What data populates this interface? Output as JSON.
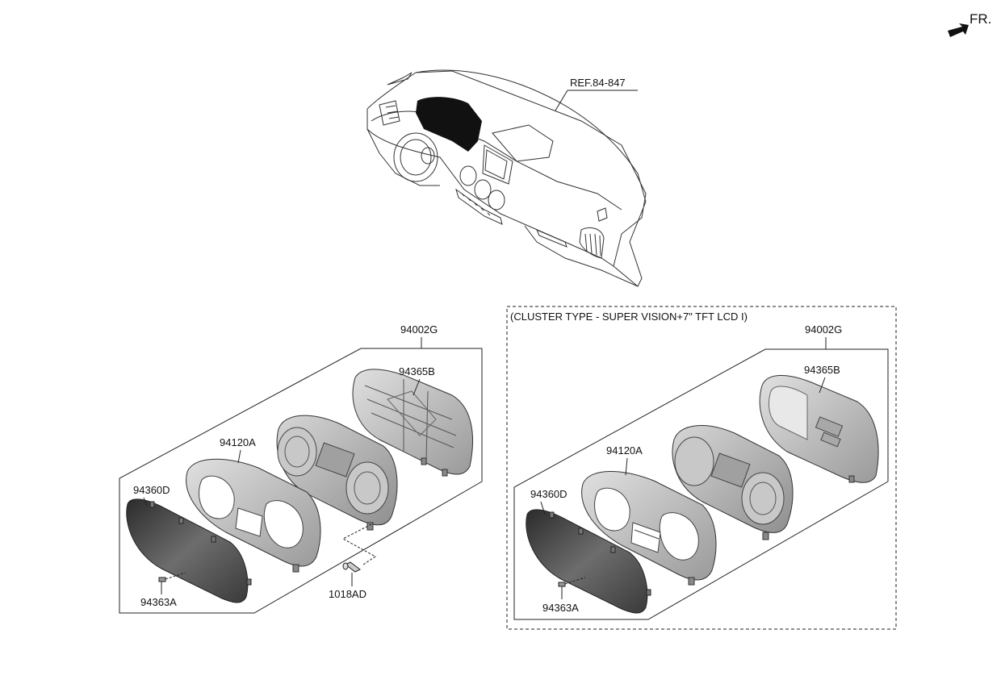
{
  "orientation": {
    "label": "FR."
  },
  "dashboard": {
    "ref_label": "REF.84-847"
  },
  "left_assembly": {
    "assembly_part": "94002G",
    "rear_case": "94365B",
    "front_case": "94120A",
    "glass_lens": "94360D",
    "clip": "94363A",
    "screw": "1018AD"
  },
  "right_assembly": {
    "header": "(CLUSTER TYPE - SUPER VISION+7\" TFT LCD I)",
    "assembly_part": "94002G",
    "rear_case": "94365B",
    "front_case": "94120A",
    "glass_lens": "94360D",
    "clip": "94363A"
  },
  "colors": {
    "line": "#1a1a1a",
    "part_fill": "#bdbdbd",
    "part_dark": "#7a7a7a",
    "highlight": "#111111"
  }
}
